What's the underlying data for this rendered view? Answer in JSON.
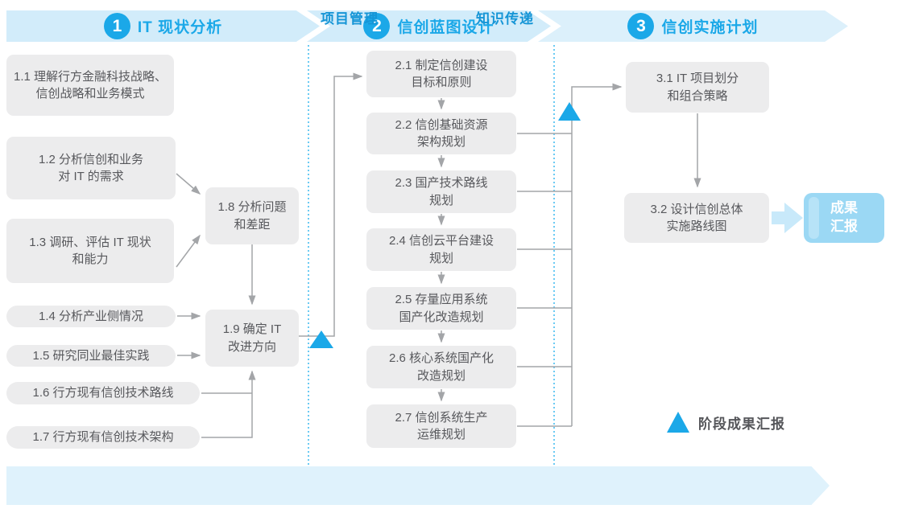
{
  "palette": {
    "banner_fill": "#D2ECFA",
    "banner_fill_light": "#DCF0FB",
    "bottom_banner_fill": "#DFF2FC",
    "accent_blue": "#1BA8E8",
    "bottom_text_blue": "#1595D6",
    "node_fill": "#ECECED",
    "node_text": "#57585C",
    "connector_gray": "#A3A5A8",
    "dotted_line_blue": "#39B9EF",
    "result_box_fill": "#9BD8F4",
    "result_arrow_fill": "#C8E9FA"
  },
  "phases": [
    {
      "number": "1",
      "title": "IT 现状分析"
    },
    {
      "number": "2",
      "title": "信创蓝图设计"
    },
    {
      "number": "3",
      "title": "信创实施计划"
    }
  ],
  "nodes": {
    "n11": "1.1 理解行方金融科技战略、\n信创战略和业务模式",
    "n12": "1.2 分析信创和业务\n对 IT 的需求",
    "n13": "1.3 调研、评估 IT 现状\n和能力",
    "n14": "1.4 分析产业侧情况",
    "n15": "1.5 研究同业最佳实践",
    "n16": "1.6 行方现有信创技术路线",
    "n17": "1.7 行方现有信创技术架构",
    "n18": "1.8 分析问题\n和差距",
    "n19": "1.9 确定 IT\n改进方向",
    "n21": "2.1 制定信创建设\n目标和原则",
    "n22": "2.2 信创基础资源\n架构规划",
    "n23": "2.3 国产技术路线\n规划",
    "n24": "2.4 信创云平台建设\n规划",
    "n25": "2.5 存量应用系统\n国产化改造规划",
    "n26": "2.6 核心系统国产化\n改造规划",
    "n27": "2.7 信创系统生产\n运维规划",
    "n31": "3.1 IT 项目划分\n和组合策略",
    "n32": "3.2 设计信创总体\n实施路线图"
  },
  "result_box": "成果\n汇报",
  "bottom_bar": {
    "left_label": "项目管理",
    "right_label": "知识传递"
  },
  "legend": {
    "label": "阶段成果汇报"
  }
}
